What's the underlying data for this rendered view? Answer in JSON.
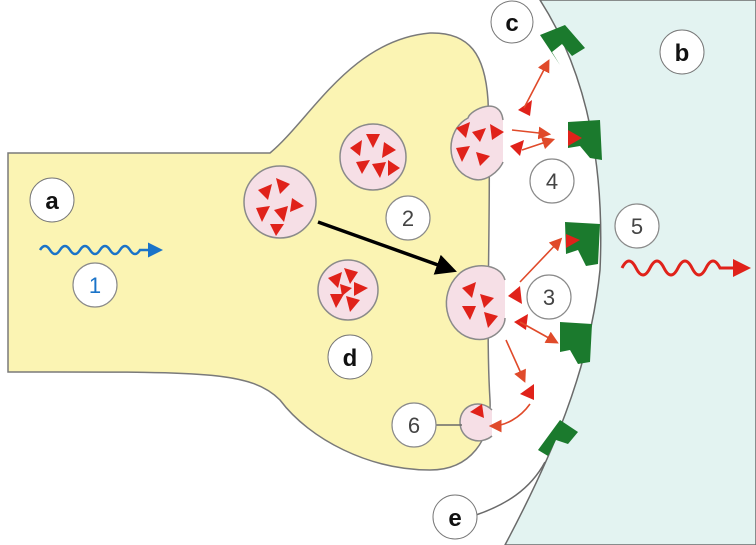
{
  "labels": {
    "a": "a",
    "b": "b",
    "c": "c",
    "d": "d",
    "e": "e",
    "n1": "1",
    "n2": "2",
    "n3": "3",
    "n4": "4",
    "n5": "5",
    "n6": "6"
  },
  "colors": {
    "presynaptic_fill": "#fbf4b3",
    "presynaptic_stroke": "#7a7a7a",
    "postsynaptic_fill": "#e3f3f1",
    "vesicle_fill": "#f6dfe6",
    "neurotransmitter": "#e0221a",
    "receptor": "#1b7a2d",
    "impulse_in": "#1a73c8",
    "impulse_out": "#e0221a",
    "release_arrow": "#e04a2a"
  }
}
